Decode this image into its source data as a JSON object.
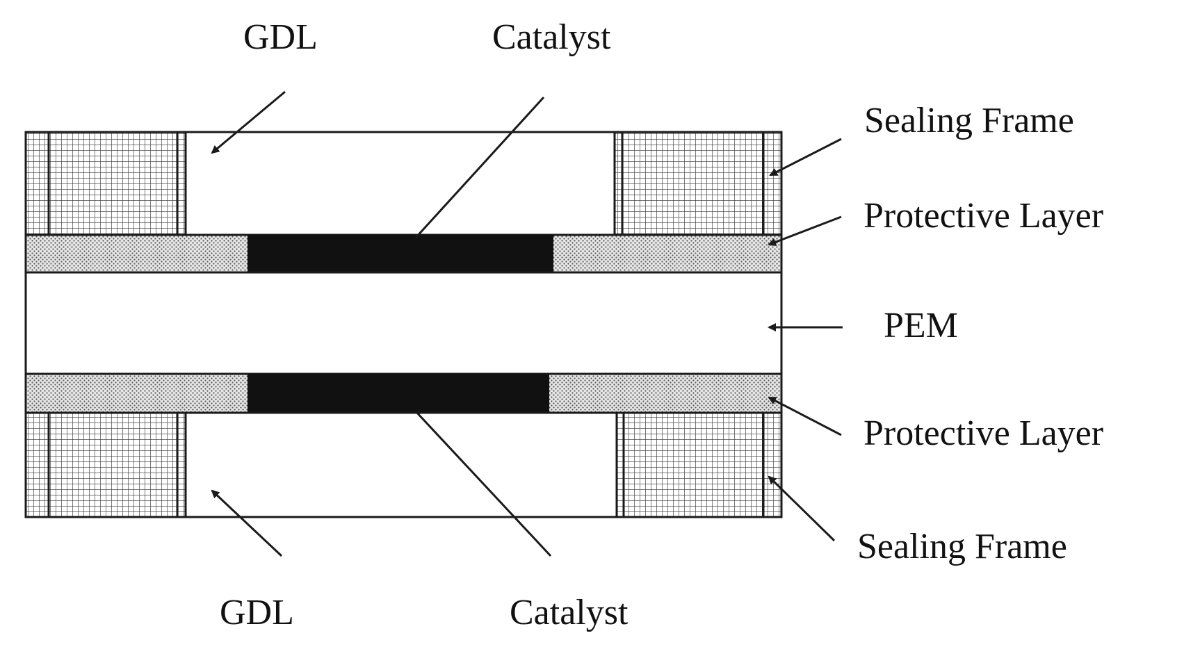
{
  "labels": {
    "gdl_top": "GDL",
    "catalyst_top": "Catalyst",
    "sealing_frame_top": "Sealing Frame",
    "protective_layer_top": "Protective Layer",
    "pem": "PEM",
    "protective_layer_bottom": "Protective Layer",
    "sealing_frame_bottom": "Sealing Frame",
    "gdl_bottom": "GDL",
    "catalyst_bottom": "Catalyst"
  },
  "colors": {
    "stroke": "#1a1a1a",
    "catalyst_fill": "#111111",
    "background": "#ffffff"
  }
}
